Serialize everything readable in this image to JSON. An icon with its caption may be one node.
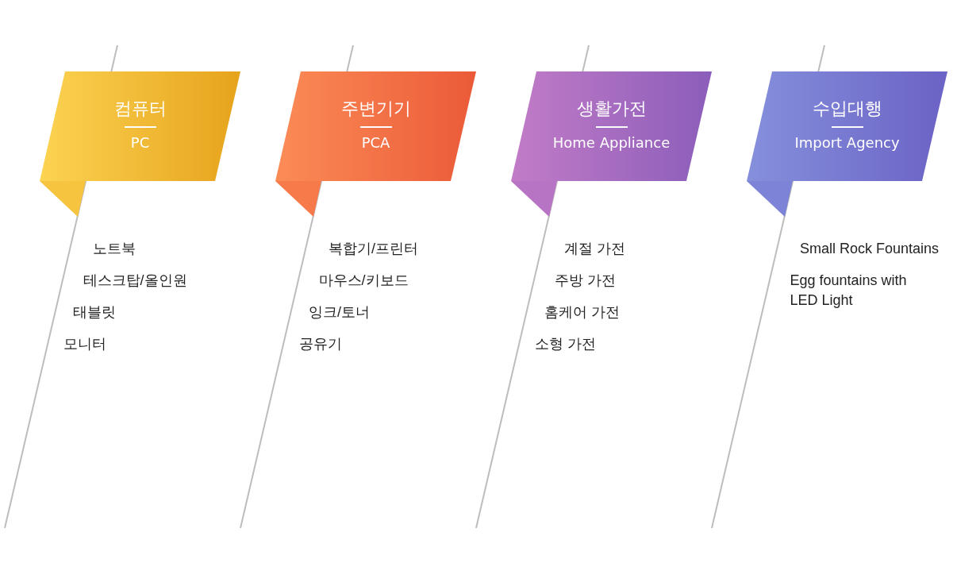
{
  "diagram": {
    "nodes": [
      {
        "text": [
          "컴퓨터",
          "PC"
        ],
        "beside": [
          "노트북",
          "테스크탑/올인원",
          "태블릿",
          "모니터"
        ]
      },
      {
        "text": [
          "주변기기",
          "PCA"
        ],
        "beside": [
          "복합기/프린터",
          "마우스/키보드",
          "잉크/토너",
          "공유기"
        ]
      },
      {
        "text": [
          "생활가전",
          "Home Appliance"
        ],
        "beside": [
          "계절 가전",
          "주방 가전",
          "홈케어 가전",
          "소형 가전"
        ]
      },
      {
        "text": [
          "수입대행",
          "Import Agency"
        ],
        "beside": [
          "Small Rock Fountains",
          "Egg fountains with LED Light"
        ]
      }
    ],
    "edges": []
  }
}
